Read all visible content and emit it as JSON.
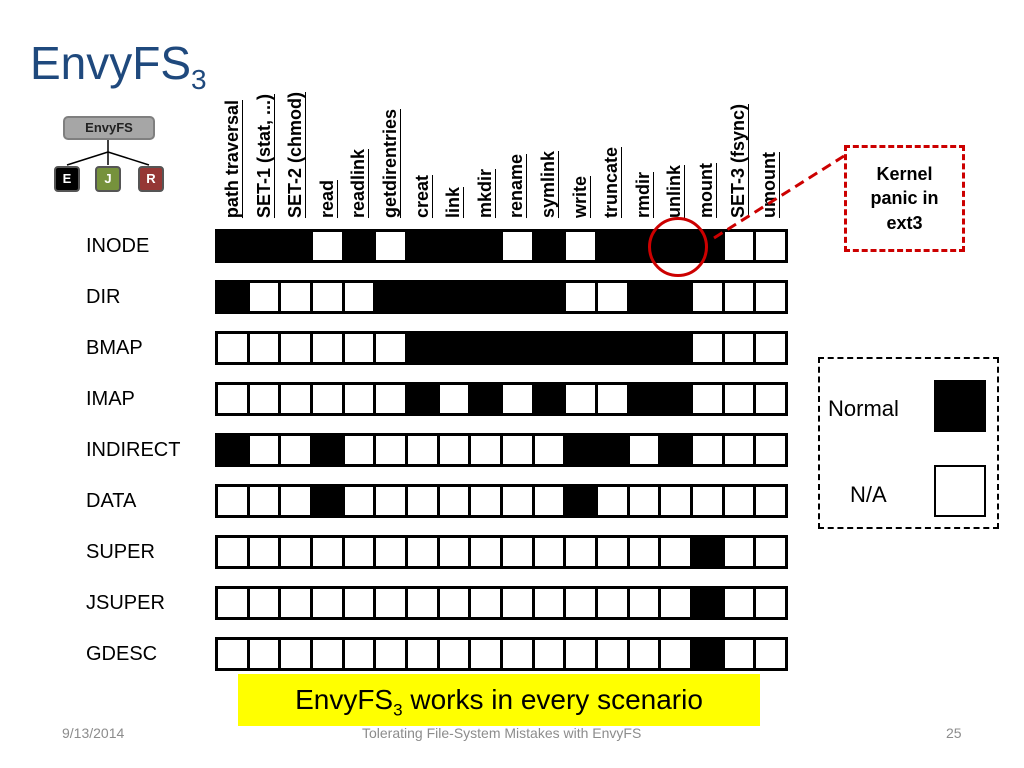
{
  "slide": {
    "title": "EnvyFS",
    "title_sub": "3",
    "footer_date": "9/13/2014",
    "footer_center": "Tolerating File-System Mistakes with EnvyFS",
    "footer_page": "25"
  },
  "logo": {
    "root": "EnvyFS",
    "children": [
      {
        "label": "E",
        "color": "#000000"
      },
      {
        "label": "J",
        "color": "#76923c"
      },
      {
        "label": "R",
        "color": "#953735"
      }
    ]
  },
  "matrix": {
    "columns": [
      "path traversal",
      "SET-1 (stat, ...)",
      "SET-2 (chmod)",
      "read",
      "readlink",
      "getdirentries",
      "creat",
      "link",
      "mkdir",
      "rename",
      "symlink",
      "write",
      "truncate",
      "rmdir",
      "unlink",
      "mount",
      "SET-3 (fsync)",
      "umount"
    ],
    "rows": [
      {
        "label": "INODE",
        "cells": [
          1,
          1,
          1,
          0,
          1,
          0,
          1,
          1,
          1,
          0,
          1,
          0,
          1,
          1,
          1,
          1,
          0,
          0
        ]
      },
      {
        "label": "DIR",
        "cells": [
          1,
          0,
          0,
          0,
          0,
          1,
          1,
          1,
          1,
          1,
          1,
          0,
          0,
          1,
          1,
          0,
          0,
          0
        ]
      },
      {
        "label": "BMAP",
        "cells": [
          0,
          0,
          0,
          0,
          0,
          0,
          1,
          1,
          1,
          1,
          1,
          1,
          1,
          1,
          1,
          0,
          0,
          0
        ]
      },
      {
        "label": "IMAP",
        "cells": [
          0,
          0,
          0,
          0,
          0,
          0,
          1,
          0,
          1,
          0,
          1,
          0,
          0,
          1,
          1,
          0,
          0,
          0
        ]
      },
      {
        "label": "INDIRECT",
        "cells": [
          1,
          0,
          0,
          1,
          0,
          0,
          0,
          0,
          0,
          0,
          0,
          1,
          1,
          0,
          1,
          0,
          0,
          0
        ]
      },
      {
        "label": "DATA",
        "cells": [
          0,
          0,
          0,
          1,
          0,
          0,
          0,
          0,
          0,
          0,
          0,
          1,
          0,
          0,
          0,
          0,
          0,
          0
        ]
      },
      {
        "label": "SUPER",
        "cells": [
          0,
          0,
          0,
          0,
          0,
          0,
          0,
          0,
          0,
          0,
          0,
          0,
          0,
          0,
          0,
          1,
          0,
          0
        ]
      },
      {
        "label": "JSUPER",
        "cells": [
          0,
          0,
          0,
          0,
          0,
          0,
          0,
          0,
          0,
          0,
          0,
          0,
          0,
          0,
          0,
          1,
          0,
          0
        ]
      },
      {
        "label": "GDESC",
        "cells": [
          0,
          0,
          0,
          0,
          0,
          0,
          0,
          0,
          0,
          0,
          0,
          0,
          0,
          0,
          0,
          1,
          0,
          0
        ]
      }
    ]
  },
  "callout": {
    "lines": [
      "Kernel",
      "panic in",
      "ext3"
    ],
    "color": "#cc0000"
  },
  "legend": {
    "normal_label": "Normal",
    "na_label": "N/A"
  },
  "banner": {
    "prefix": "EnvyFS",
    "sub": "3",
    "suffix": " works in every scenario",
    "color": "#ffff00"
  }
}
